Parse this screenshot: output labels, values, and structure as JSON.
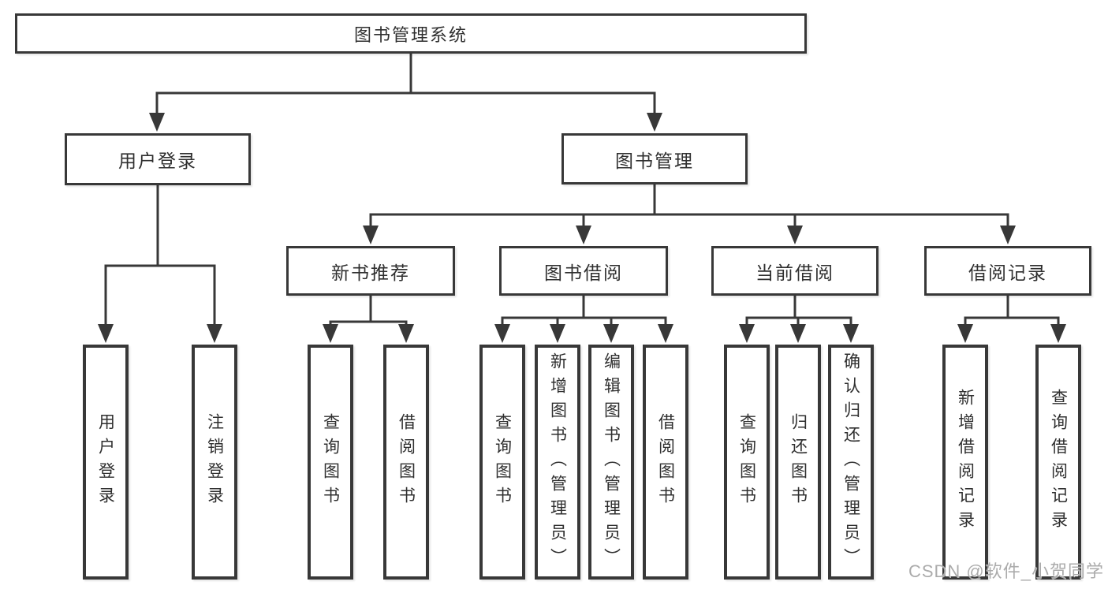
{
  "colors": {
    "line": "#383838",
    "text": "#2f2f2f",
    "background": "#ffffff",
    "watermark": "#ababab"
  },
  "diagram": {
    "title": "图书管理系统",
    "branches": [
      {
        "label": "用户登录",
        "leaves": [
          {
            "label": "用户登录"
          },
          {
            "label": "注销登录"
          }
        ]
      },
      {
        "label": "图书管理",
        "groups": [
          {
            "label": "新书推荐",
            "leaves": [
              {
                "label": "查询图书"
              },
              {
                "label": "借阅图书"
              }
            ]
          },
          {
            "label": "图书借阅",
            "leaves": [
              {
                "label": "查询图书"
              },
              {
                "label": "新增图书（管理员）"
              },
              {
                "label": "编辑图书（管理员）"
              },
              {
                "label": "借阅图书"
              }
            ]
          },
          {
            "label": "当前借阅",
            "leaves": [
              {
                "label": "查询图书"
              },
              {
                "label": "归还图书"
              },
              {
                "label": "确认归还（管理员）"
              }
            ]
          },
          {
            "label": "借阅记录",
            "leaves": [
              {
                "label": "新增借阅记录"
              },
              {
                "label": "查询借阅记录"
              }
            ]
          }
        ]
      }
    ]
  },
  "watermark": {
    "text": "CSDN @软件_小贺同学"
  }
}
